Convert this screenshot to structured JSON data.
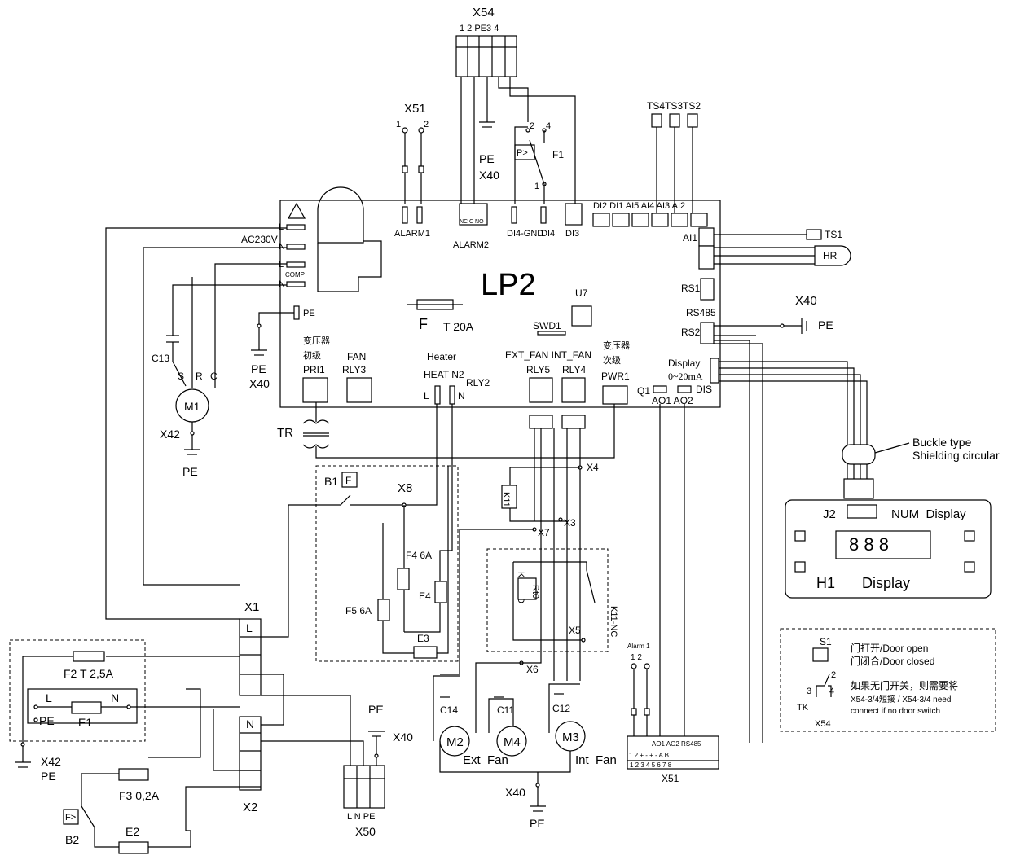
{
  "board": {
    "name": "LP2",
    "ac": "AC230V",
    "comp": "COMP",
    "pe": "PE",
    "fuse_f": "F",
    "fuse_rating": "T 20A",
    "u7": "U7",
    "swd1": "SWD1",
    "alarm1": "ALARM1",
    "alarm2": "ALARM2",
    "alarm2_pins": "NC C NO",
    "di4gnd": "DI4-GND",
    "di4": "DI4",
    "di3": "DI3",
    "top_ports": "DI2 DI1 AI5 AI4 AI3 AI2",
    "ai1": "AI1",
    "rs1": "RS1",
    "rs485": "RS485",
    "rs2": "RS2",
    "display": "Display",
    "range": "0~20mA",
    "q1": "Q1",
    "ao": "AO1 AO2",
    "dis": "DIS",
    "trans_pri_cn": "变压器",
    "trans_pri_cn2": "初级",
    "pri1": "PRI1",
    "fan": "FAN",
    "rly3": "RLY3",
    "heater": "Heater",
    "heat_n2": "HEAT N2",
    "rly2": "RLY2",
    "ext_int_fan": "EXT_FAN INT_FAN",
    "rly5": "RLY5",
    "rly4": "RLY4",
    "trans_sec_cn": "变压器",
    "trans_sec_cn2": "次级",
    "pwr1": "PWR1",
    "l": "L",
    "n": "N"
  },
  "labels": {
    "x54": "X54",
    "x54_pins": "1 2 PE3 4",
    "x51": "X51",
    "x51_1": "1",
    "x51_2": "2",
    "pe": "PE",
    "x40": "X40",
    "f1": "F1",
    "p_sw": "P>",
    "sw_2": "2",
    "sw_4": "4",
    "sw_1": "1",
    "ts_top": "TS4TS3TS2",
    "ts1": "TS1",
    "hr": "HR",
    "c13": "C13",
    "s": "S",
    "r": "R",
    "c": "C",
    "m1": "M1",
    "x42": "X42",
    "tr": "TR",
    "b1": "B1",
    "f_box": "F",
    "x8": "X8",
    "f4": "F4 6A",
    "e4": "E4",
    "f5": "F5 6A",
    "e3": "E3",
    "x4": "X4",
    "k11": "K11",
    "x7": "X7",
    "x3": "X3",
    "k11_no": "K11-NO",
    "rt0": "Rt0",
    "k11_nc": "K11-NC",
    "x5": "X5",
    "x6": "X6",
    "c14": "C14",
    "c11": "C11",
    "c12": "C12",
    "m2": "M2",
    "m4": "M4",
    "m3": "M3",
    "ext_fan": "Ext_Fan",
    "int_fan": "Int_Fan",
    "x1": "X1",
    "x1_l": "L",
    "x2": "X2",
    "x2_n": "N",
    "f2": "F2 T 2,5A",
    "e1_l": "L",
    "e1_n": "N",
    "e1": "E1",
    "e1_pe": "PE",
    "x42_b": "X42",
    "pe_b": "PE",
    "f3": "F3 0,2A",
    "b2": "B2",
    "b2_f": "F>",
    "e2": "E2",
    "x50": "X50",
    "x50_pins": "L N PE",
    "x40_b": "X40",
    "pe_c": "PE",
    "x40_c": "X40",
    "pe_d": "PE",
    "alarm1": "Alarm 1",
    "alarm1_pins": "1  2",
    "x51_bottom": "X51",
    "x51_head": "AO1   AO2  RS485",
    "x51_sign": "1  2  +  -  +  -  A  B",
    "x51_nums": "1 2 3 4 5 6 7 8",
    "x40_r": "X40",
    "pe_r": "PE",
    "buckle": "Buckle type",
    "shield": "Shielding circular",
    "j2": "J2",
    "num_display": "NUM_Display",
    "digits": "8 8 8",
    "h1": "H1",
    "h1_display": "Display",
    "s1": "S1",
    "door_open": "门打开/Door open",
    "door_closed": "门闭合/Door closed",
    "note_cn": "如果无门开关，则需要将",
    "note_en1": "X54-3/4短接 / X54-3/4 need",
    "note_en2": "connect if no door switch",
    "tk": "TK",
    "s1_2": "2",
    "s1_3": "3",
    "s1_4": "4",
    "x54_b": "X54"
  }
}
